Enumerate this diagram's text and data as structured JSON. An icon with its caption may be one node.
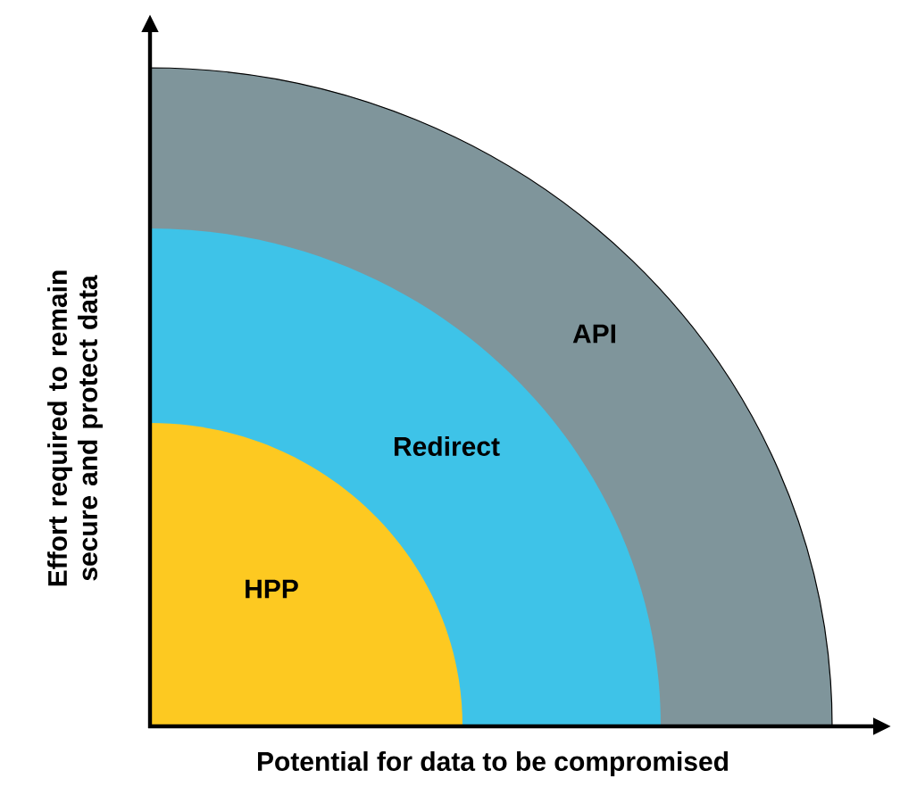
{
  "diagram": {
    "nodes": [
      {
        "text": [
          "API"
        ]
      },
      {
        "text": [
          "Redirect"
        ],
        "in": 0
      },
      {
        "text": [
          "HPP"
        ],
        "in": 1
      }
    ],
    "labels": [
      "Effort required to remain secure and protect data",
      "Potential for data to be compromised"
    ]
  }
}
